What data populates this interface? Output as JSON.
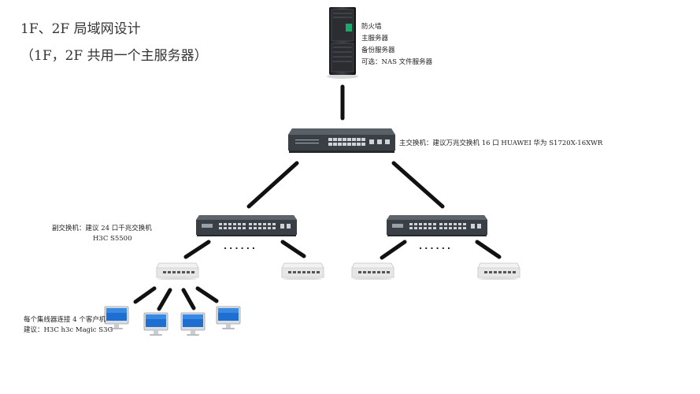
{
  "title": {
    "line1": "1F、2F 局域网设计",
    "line2": "（1F，2F 共用一个主服务器）"
  },
  "server": {
    "labels": [
      "防火墙",
      "主服务器",
      "备份服务器",
      "可选：NAS 文件服务器"
    ]
  },
  "main_switch": {
    "label": "主交换机：建议万兆交换机 16 口 HUAWEI 华为 S1720X-16XWR"
  },
  "sub_switch": {
    "label_line1": "副交换机：建议 24 口千兆交换机",
    "label_line2": "H3C S5500"
  },
  "ellipsis": "......",
  "client": {
    "label_line1": "每个集线器连接 4 个客户机",
    "label_line2": "建议：H3C h3c Magic S3G"
  },
  "colors": {
    "link": "#111111",
    "switch_body": "#3a3f45",
    "hub_body": "#eeeeee"
  },
  "icons": {
    "server": "server-rack-icon",
    "switch": "network-switch-icon",
    "hub": "hub-icon",
    "computer": "desktop-computer-icon"
  }
}
